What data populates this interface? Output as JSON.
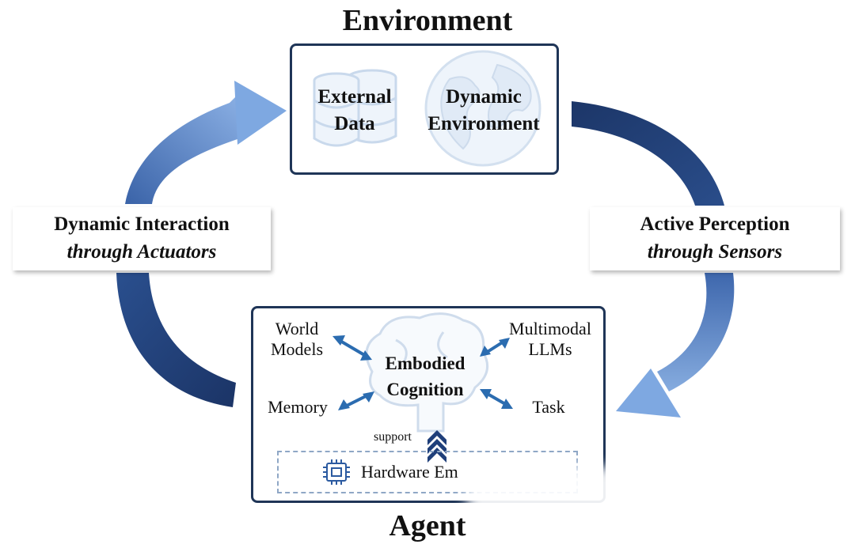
{
  "environment": {
    "title": "Environment",
    "items": [
      {
        "label_line1": "External",
        "label_line2": "Data",
        "icon": "database-icon"
      },
      {
        "label_line1": "Dynamic",
        "label_line2": "Environment",
        "icon": "globe-icon"
      }
    ]
  },
  "left_panel": {
    "line1": "Dynamic Interaction",
    "line2": "through Actuators"
  },
  "right_panel": {
    "line1": "Active Perception",
    "line2": "through Sensors"
  },
  "agent": {
    "title": "Agent",
    "center": {
      "line1": "Embodied",
      "line2": "Cognition",
      "icon": "brain-icon"
    },
    "nodes": {
      "world_models": {
        "line1": "World",
        "line2": "Models"
      },
      "multimodal_llms": {
        "line1": "Multimodal",
        "line2": "LLMs"
      },
      "memory": "Memory",
      "task": "Task"
    },
    "support": "support",
    "hardware": {
      "label": "Hardware Em",
      "icon": "chip-icon"
    }
  },
  "colors": {
    "dark_navy": "#1f3557",
    "arrow_dark": "#1e3a72",
    "arrow_light": "#7aa3dd",
    "icon_fill": "#eef4fb",
    "icon_stroke": "#c9d9ec",
    "bidir_arrow": "#2b6cb0"
  }
}
